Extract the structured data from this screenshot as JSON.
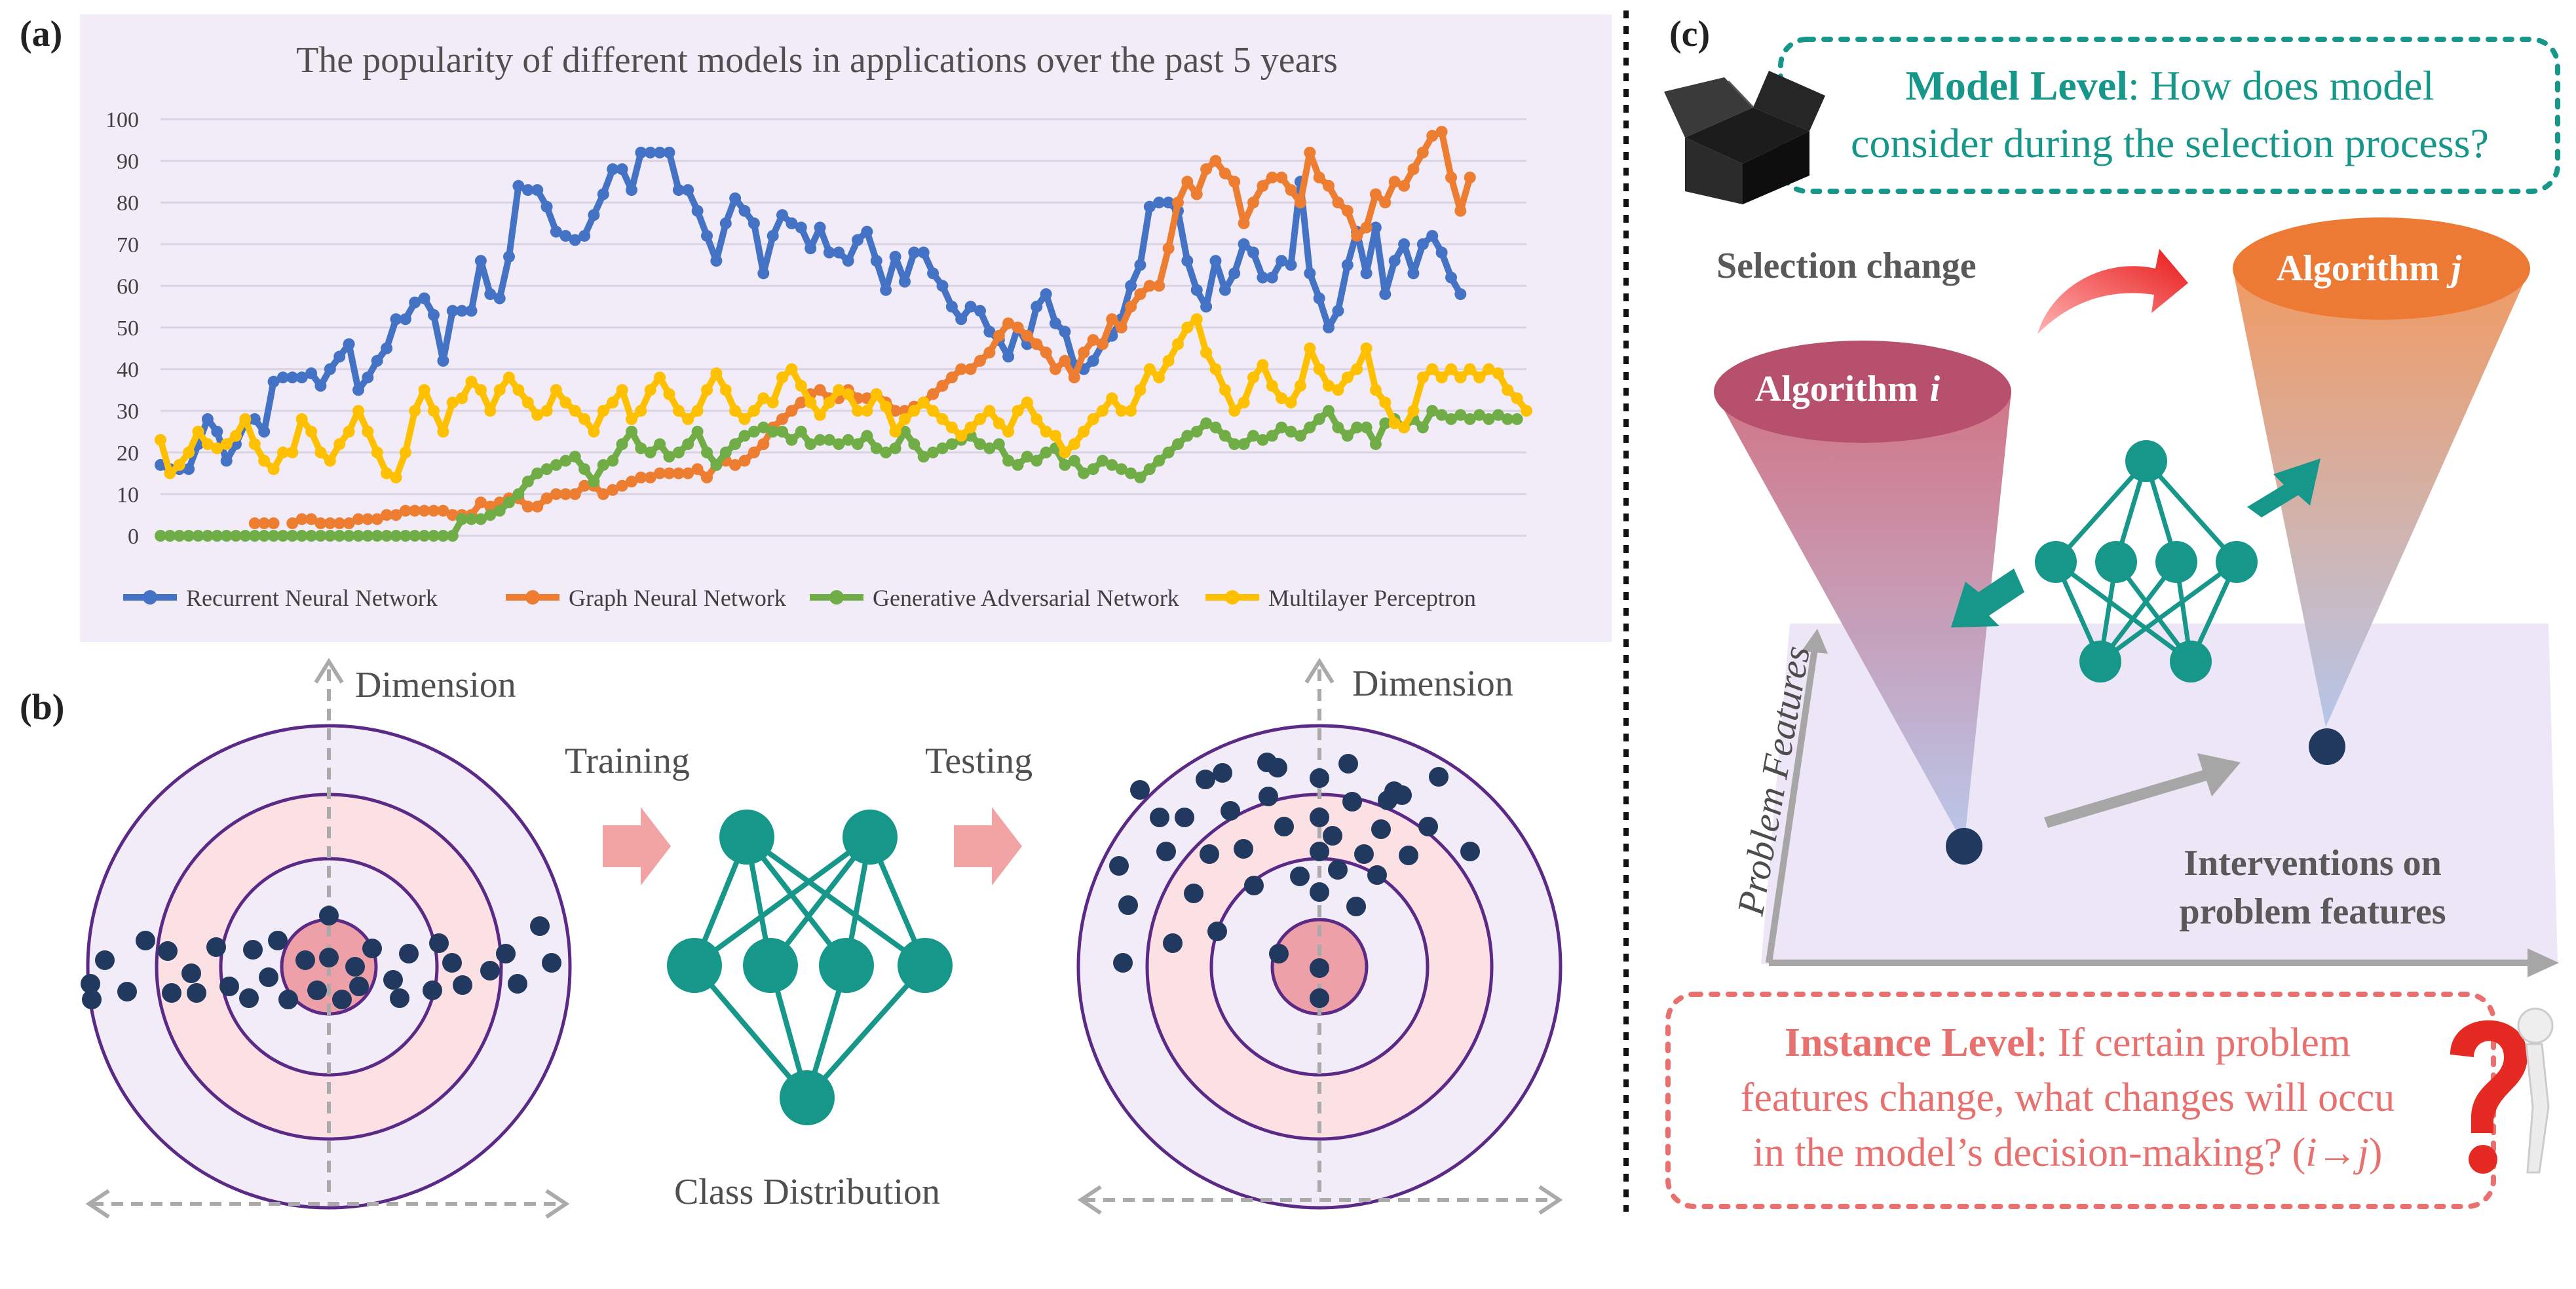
{
  "panels": {
    "a": {
      "label": "(a)"
    },
    "b": {
      "label": "(b)"
    },
    "c": {
      "label": "(c)"
    }
  },
  "chart_data": {
    "type": "line",
    "title": "The popularity of different models in applications over the past 5 years",
    "ylim": [
      0,
      100
    ],
    "yticks": [
      0,
      10,
      20,
      30,
      40,
      50,
      60,
      70,
      80,
      90,
      100
    ],
    "grid": true,
    "legend_position": "bottom",
    "xlabel": "",
    "ylabel": "",
    "series": [
      {
        "name": "Recurrent Neural Network",
        "color": "#4472c4",
        "values": [
          17,
          16,
          16,
          16,
          22,
          28,
          25,
          18,
          22,
          27,
          28,
          25,
          37,
          38,
          38,
          38,
          39,
          36,
          40,
          43,
          46,
          35,
          38,
          42,
          45,
          52,
          52,
          56,
          57,
          53,
          42,
          54,
          54,
          54,
          66,
          58,
          57,
          67,
          84,
          83,
          83,
          79,
          73,
          72,
          71,
          72,
          77,
          82,
          88,
          88,
          83,
          92,
          92,
          92,
          92,
          83,
          83,
          78,
          72,
          66,
          75,
          81,
          78,
          75,
          63,
          72,
          77,
          75,
          74,
          69,
          74,
          68,
          68,
          66,
          71,
          73,
          66,
          59,
          67,
          61,
          68,
          68,
          63,
          60,
          55,
          52,
          55,
          54,
          49,
          47,
          43,
          50,
          46,
          55,
          58,
          51,
          49,
          41,
          40,
          42,
          46,
          48,
          52,
          60,
          65,
          79,
          80,
          80,
          78,
          66,
          59,
          55,
          66,
          59,
          63,
          70,
          68,
          62,
          62,
          66,
          65,
          85,
          63,
          57,
          50,
          54,
          65,
          73,
          63,
          74,
          58,
          66,
          70,
          63,
          70,
          72,
          68,
          62,
          58
        ]
      },
      {
        "name": "Graph Neural Network",
        "color": "#ed7d31",
        "values": [
          null,
          null,
          null,
          null,
          null,
          null,
          null,
          null,
          null,
          null,
          3,
          3,
          3,
          null,
          3,
          4,
          4,
          3,
          3,
          3,
          3,
          4,
          4,
          4,
          5,
          5,
          6,
          6,
          6,
          6,
          6,
          5,
          5,
          5,
          8,
          7,
          8,
          9,
          9,
          7,
          7,
          9,
          10,
          10,
          10,
          12,
          12,
          10,
          11,
          12,
          13,
          14,
          14,
          15,
          15,
          15,
          15,
          16,
          14,
          17,
          18,
          17,
          18,
          20,
          22,
          26,
          28,
          30,
          32,
          34,
          35,
          33,
          33,
          35,
          33,
          33,
          34,
          32,
          30,
          30,
          31,
          32,
          34,
          36,
          38,
          40,
          40,
          42,
          44,
          48,
          51,
          50,
          48,
          46,
          44,
          40,
          42,
          38,
          44,
          47,
          46,
          52,
          50,
          55,
          58,
          60,
          60,
          69,
          80,
          85,
          82,
          88,
          90,
          87,
          85,
          75,
          80,
          84,
          86,
          86,
          83,
          80,
          92,
          86,
          84,
          80,
          78,
          72,
          74,
          82,
          80,
          85,
          84,
          88,
          92,
          96,
          97,
          86,
          78,
          86
        ]
      },
      {
        "name": "Generative Adversarial Network",
        "color": "#70ad47",
        "values": [
          0,
          0,
          0,
          0,
          0,
          0,
          0,
          0,
          0,
          0,
          0,
          0,
          0,
          0,
          0,
          0,
          0,
          0,
          0,
          0,
          0,
          0,
          0,
          0,
          0,
          0,
          0,
          0,
          0,
          0,
          0,
          0,
          4,
          4,
          4,
          5,
          6,
          8,
          10,
          13,
          15,
          16,
          17,
          18,
          19,
          16,
          13,
          17,
          18,
          22,
          25,
          21,
          20,
          22,
          19,
          20,
          22,
          25,
          20,
          17,
          20,
          22,
          24,
          25,
          26,
          25,
          25,
          23,
          25,
          22,
          23,
          23,
          22,
          23,
          22,
          24,
          21,
          20,
          21,
          25,
          22,
          19,
          20,
          21,
          22,
          23,
          24,
          22,
          21,
          22,
          18,
          17,
          19,
          18,
          20,
          21,
          17,
          18,
          15,
          16,
          18,
          17,
          16,
          15,
          14,
          16,
          18,
          20,
          22,
          24,
          25,
          27,
          26,
          24,
          22,
          22,
          24,
          23,
          24,
          26,
          25,
          24,
          26,
          28,
          30,
          26,
          24,
          26,
          26,
          22,
          27,
          28,
          26,
          28,
          26,
          30,
          29,
          28,
          29,
          28,
          29,
          28,
          29,
          28,
          28
        ]
      },
      {
        "name": "Multilayer Perceptron",
        "color": "#ffc000",
        "values": [
          23,
          15,
          17,
          20,
          25,
          22,
          21,
          22,
          24,
          28,
          22,
          18,
          16,
          20,
          20,
          28,
          25,
          20,
          18,
          22,
          25,
          30,
          25,
          20,
          15,
          14,
          20,
          30,
          35,
          30,
          25,
          32,
          33,
          37,
          35,
          30,
          35,
          38,
          35,
          32,
          29,
          30,
          35,
          32,
          30,
          28,
          25,
          30,
          32,
          35,
          28,
          30,
          35,
          38,
          34,
          30,
          28,
          30,
          35,
          39,
          35,
          30,
          28,
          30,
          33,
          32,
          38,
          40,
          36,
          32,
          29,
          32,
          35,
          34,
          30,
          30,
          34,
          31,
          25,
          28,
          30,
          32,
          30,
          28,
          26,
          24,
          26,
          28,
          30,
          27,
          25,
          30,
          32,
          28,
          25,
          24,
          20,
          22,
          25,
          28,
          30,
          33,
          30,
          30,
          35,
          40,
          38,
          42,
          46,
          50,
          52,
          44,
          40,
          35,
          30,
          32,
          38,
          41,
          36,
          33,
          32,
          36,
          45,
          40,
          36,
          35,
          38,
          40,
          45,
          35,
          32,
          27,
          26,
          30,
          38,
          40,
          38,
          40,
          38,
          40,
          38,
          40,
          39,
          35,
          33,
          30
        ]
      }
    ]
  },
  "panel_b": {
    "axis_label_left": "Dimension",
    "axis_label_right": "Dimension",
    "training_label": "Training",
    "testing_label": "Testing",
    "class_distribution_label": "Class Distribution"
  },
  "panel_c": {
    "model_level_bold": "Model Level",
    "model_level_line1": ": How does model",
    "model_level_line2": "consider during the selection process?",
    "selection_change": "Selection change",
    "algorithm_i": "Algorithm",
    "algorithm_i_var": "i",
    "algorithm_j": "Algorithm",
    "algorithm_j_var": "j",
    "problem_features": "Problem Features",
    "interventions_line1": "Interventions on",
    "interventions_line2": "problem features",
    "instance_level_bold": "Instance Level",
    "instance_line1": ": If certain problem",
    "instance_line2": "features change, what changes will occu",
    "instance_line3": "in the model’s decision-making? (",
    "instance_arrow": "i→j",
    "instance_close": ")",
    "colors": {
      "teal": "#16978a",
      "coral": "#e8706e",
      "navy": "#22395f"
    }
  }
}
